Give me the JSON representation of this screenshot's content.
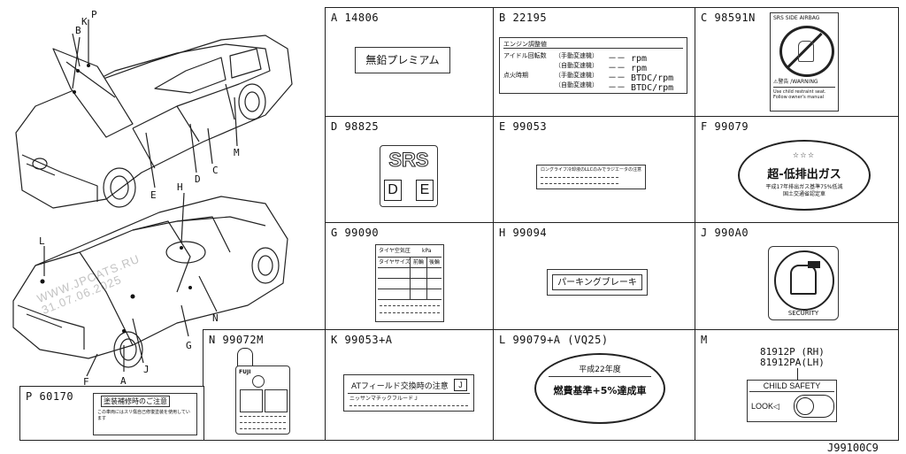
{
  "cells": {
    "A": {
      "title": "A  14806",
      "label_text": "無鉛プレミアム"
    },
    "B": {
      "title": "B  22195",
      "header": "エンジン調整値",
      "rows": [
        {
          "left": "アイドル回転数",
          "mid": "（手動変速機）",
          "val": "－－ rpm"
        },
        {
          "left": "",
          "mid": "（自動変速機）",
          "val": "－－ rpm"
        },
        {
          "left": "点火時期",
          "mid": "（手動変速機）",
          "val": "－－ BTDC/rpm"
        },
        {
          "left": "",
          "mid": "（自動変速機）",
          "val": "－－ BTDC/rpm"
        }
      ]
    },
    "C": {
      "title": "C  98591N",
      "header": "SRS SIDE AIRBAG",
      "warning": "⚠警告 /WARNING",
      "small_text": "Use child restraint seat. Follow owner's manual"
    },
    "D": {
      "title": "D  98825",
      "srs": "SRS",
      "letter_left": "D",
      "letter_right": "E"
    },
    "E": {
      "title": "E  99053",
      "text": "ロングライフ冷却液のLLCのみでラジエータの注意"
    },
    "F": {
      "title": "F  99079",
      "stars": "☆☆☆",
      "main": "超-低排出ガス",
      "sub1": "平成17年排出ガス基準75%低減",
      "sub2": "国土交通省認定車"
    },
    "G": {
      "title": "G  99090",
      "col1": "タイヤ空気圧",
      "col2": "kPa",
      "col3": "前輪",
      "col4": "後輪",
      "row_label": "タイヤサイズ"
    },
    "H": {
      "title": "H  99094",
      "text": "パーキングブレーキ"
    },
    "J": {
      "title": "J  990A0",
      "text": "SECURITY"
    },
    "K": {
      "title": "K  99053+A",
      "text": "ATフィールド交換時の注意",
      "badge": "J",
      "sub": "ニッサンマチックフルードＪ"
    },
    "L": {
      "title": "L  99079+A (VQ25)",
      "top": "平成22年度",
      "main": "燃費基準+5%達成車"
    },
    "M": {
      "title": "M",
      "part1": "81912P (RH)",
      "part2": "81912PA(LH)",
      "child": "CHILD SAFETY",
      "lock": "LOOK◁"
    },
    "N": {
      "title": "N  99072M",
      "brand": "FUJI"
    },
    "P": {
      "title": "P  60170",
      "header": "塗装補修時のご注意",
      "body": "この車両にはスリ傷自己修復塗装を使用しています"
    }
  },
  "car_callouts": [
    "K",
    "P",
    "B",
    "E",
    "D",
    "C",
    "M",
    "H",
    "L",
    "N",
    "G",
    "J",
    "A",
    "F"
  ],
  "watermark": [
    "WWW.JPCATS.RU",
    "31.07.06.2025"
  ],
  "diagram_code": "J99100C9"
}
